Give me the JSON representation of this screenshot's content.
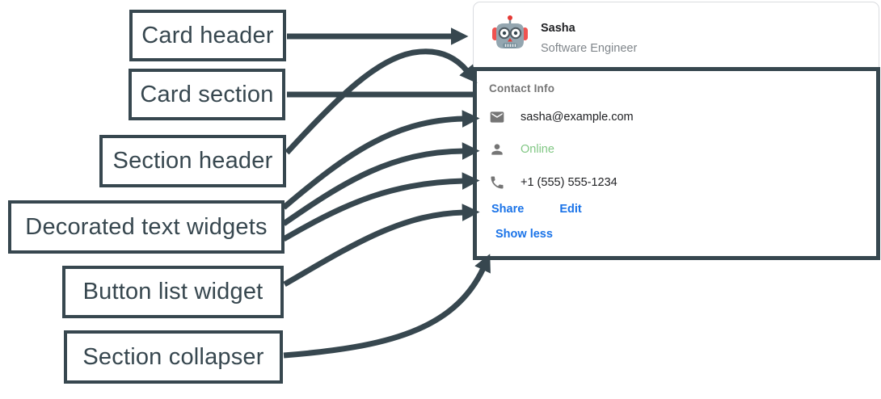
{
  "diagram": {
    "labels": [
      "Card header",
      "Card section",
      "Section header",
      "Decorated text widgets",
      "Button list widget",
      "Section collapser"
    ]
  },
  "card": {
    "header": {
      "title": "Sasha",
      "subtitle": "Software Engineer",
      "avatar": "robot-avatar"
    },
    "section": {
      "header": "Contact Info",
      "widgets": [
        {
          "icon": "email-icon",
          "text": "sasha@example.com"
        },
        {
          "icon": "person-icon",
          "text": "Online"
        },
        {
          "icon": "phone-icon",
          "text": "+1 (555) 555-1234"
        }
      ],
      "buttons": [
        "Share",
        "Edit"
      ],
      "collapser_label": "Show less"
    }
  },
  "colors": {
    "annotation_dark": "#37474F",
    "link_blue": "#1a73e8",
    "online_green": "#81c784",
    "icon_gray": "#757575",
    "card_border": "#dadce0",
    "title_text": "#202124",
    "subtitle_text": "#80868b"
  }
}
